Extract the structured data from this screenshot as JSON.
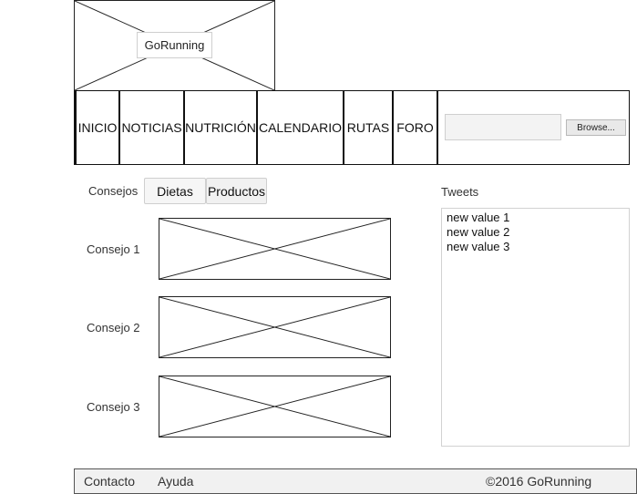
{
  "logo": {
    "label": "GoRunning"
  },
  "nav": {
    "items": [
      "INICIO",
      "NOTICIAS",
      "NUTRICIÓN",
      "CALENDARIO",
      "RUTAS",
      "FORO"
    ]
  },
  "upload": {
    "button_label": "Browse..."
  },
  "tabs": {
    "label": "Consejos",
    "items": [
      "Dietas",
      "Productos"
    ]
  },
  "advice": {
    "items": [
      "Consejo 1",
      "Consejo 2",
      "Consejo 3"
    ]
  },
  "tweets": {
    "title": "Tweets",
    "items": [
      "new value 1",
      "new value 2",
      "new value 3"
    ]
  },
  "footer": {
    "links": [
      "Contacto",
      "Ayuda"
    ],
    "copyright": "©2016 GoRunning"
  }
}
